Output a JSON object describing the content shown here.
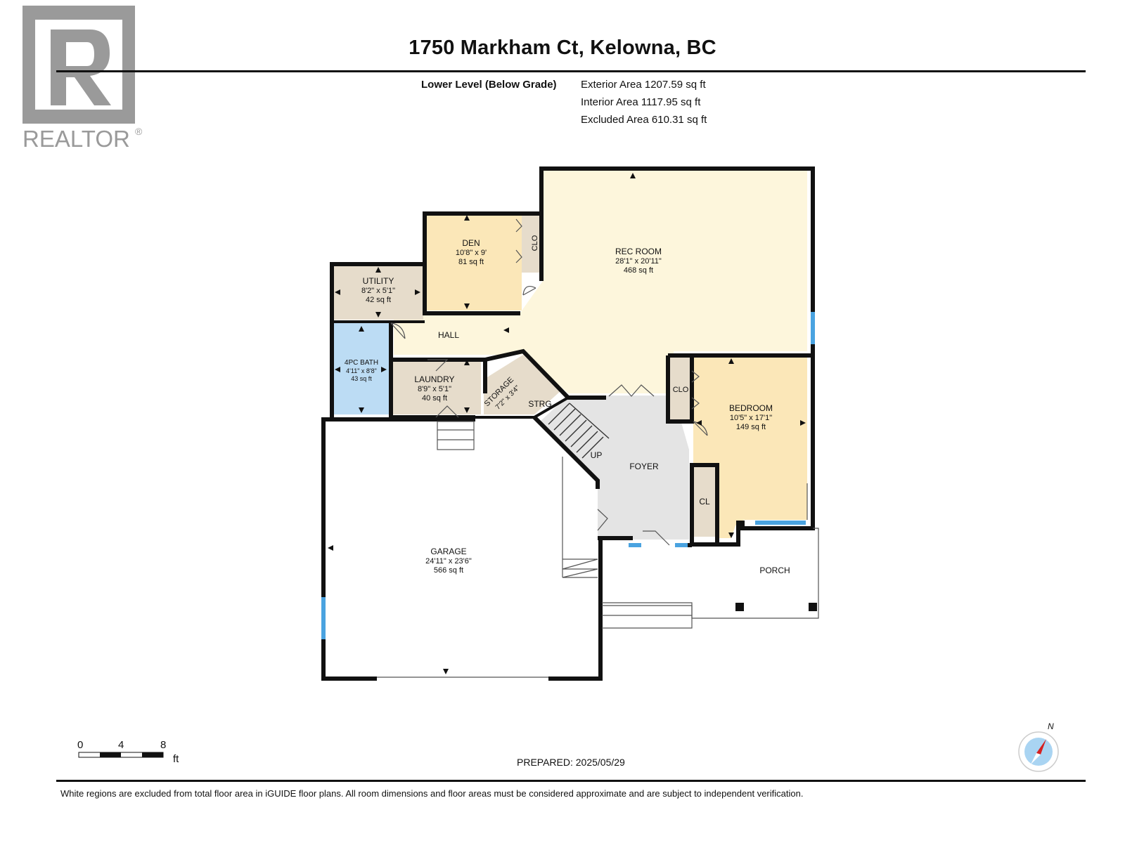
{
  "logo": {
    "text": "REALTOR",
    "mark": "®"
  },
  "header": {
    "title": "1750 Markham Ct, Kelowna, BC",
    "level": "Lower Level (Below Grade)",
    "exterior": "Exterior Area 1207.59 sq ft",
    "interior": "Interior Area 1117.95 sq ft",
    "excluded": "Excluded Area 610.31 sq ft"
  },
  "rooms": {
    "rec_room": {
      "name": "REC ROOM",
      "dims": "28'1\" x 20'11\"",
      "area": "468 sq ft"
    },
    "den": {
      "name": "DEN",
      "dims": "10'8\" x 9'",
      "area": "81 sq ft"
    },
    "den_clo": {
      "name": "CLO"
    },
    "utility": {
      "name": "UTILITY",
      "dims": "8'2\" x 5'1\"",
      "area": "42 sq ft"
    },
    "hall": {
      "name": "HALL"
    },
    "bath": {
      "name": "4PC BATH",
      "dims": "4'11\" x 8'8\"",
      "area": "43 sq ft"
    },
    "laundry": {
      "name": "LAUNDRY",
      "dims": "8'9\" x 5'1\"",
      "area": "40 sq ft"
    },
    "storage": {
      "name": "STORAGE",
      "dims": "7'2\" x 3'4\""
    },
    "strg": {
      "name": "STRG"
    },
    "bedroom_clo": {
      "name": "CLO"
    },
    "bedroom": {
      "name": "BEDROOM",
      "dims": "10'5\" x 17'1\"",
      "area": "149 sq ft"
    },
    "foyer": {
      "name": "FOYER"
    },
    "up": {
      "name": "UP"
    },
    "cl": {
      "name": "CL"
    },
    "garage": {
      "name": "GARAGE",
      "dims": "24'11\" x 23'6\"",
      "area": "566 sq ft"
    },
    "porch": {
      "name": "PORCH"
    }
  },
  "scale": {
    "ticks": [
      "0",
      "4",
      "8"
    ],
    "unit": "ft"
  },
  "compass": {
    "label": "N"
  },
  "prepared": "PREPARED: 2025/05/29",
  "footer": "White regions are excluded from total floor area in iGUIDE floor plans. All room dimensions and floor areas must be considered approximate and are subject to independent verification.",
  "colors": {
    "rec_room": "#fdf6dc",
    "den": "#fbe7b8",
    "utility": "#e6dccb",
    "hall": "#fdf6dc",
    "bath": "#bcdcf4",
    "laundry": "#e6dccb",
    "foyer": "#e4e4e4",
    "bedroom": "#fbe7b8",
    "closet": "#e6dccb",
    "wall": "#111111",
    "window": "#4aa3e0"
  }
}
